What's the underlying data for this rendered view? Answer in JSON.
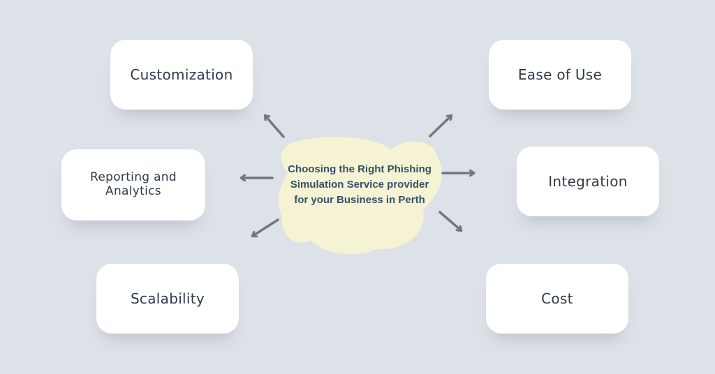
{
  "center": {
    "title": "Choosing the Right Phishing Simulation Service provider for your Business in Perth"
  },
  "nodes": {
    "customization": "Customization",
    "reporting": "Reporting and Analytics",
    "scalability": "Scalability",
    "ease_of_use": "Ease of Use",
    "integration": "Integration",
    "cost": "Cost"
  },
  "colors": {
    "background": "#dde1e8",
    "card": "#ffffff",
    "blob": "#f5f3d3",
    "arrow": "#6f7780",
    "text": "#2f3a48"
  }
}
